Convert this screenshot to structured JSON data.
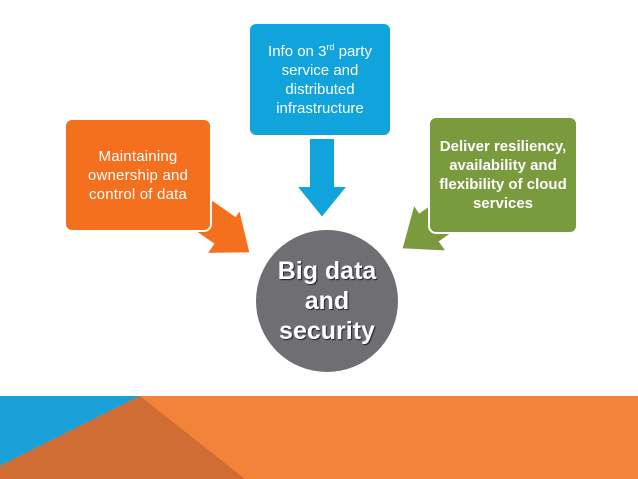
{
  "colors": {
    "orange": "#f4701e",
    "blue": "#10a3dc",
    "green": "#7a9a3e",
    "gray": "#6f6f73",
    "footer_orange": "#f4833a",
    "footer_blue": "#1aa2d8",
    "footer_dark": "#cf6d34"
  },
  "nodes": {
    "left": {
      "text": "Maintaining ownership and control of data"
    },
    "top": {
      "text_pre": "Info on 3",
      "text_sup": "rd",
      "text_post": " party service and distributed infrastructure"
    },
    "right": {
      "text": "Deliver resiliency, availability and flexibility of cloud services"
    },
    "center": {
      "text": "Big data and security"
    }
  }
}
